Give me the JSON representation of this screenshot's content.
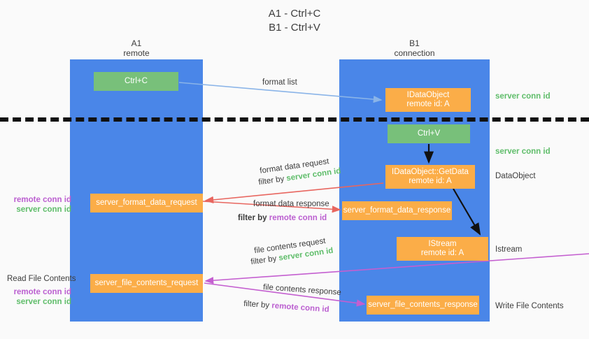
{
  "title": {
    "line1": "A1 - Ctrl+C",
    "line2": "B1 - Ctrl+V"
  },
  "lanes": {
    "left": {
      "name": "A1",
      "role": "remote"
    },
    "right": {
      "name": "B1",
      "role": "connection"
    }
  },
  "nodes": {
    "ctrl_c": {
      "label": "Ctrl+C",
      "color": "#78c07a"
    },
    "ctrl_v": {
      "label": "Ctrl+V",
      "color": "#78c07a"
    },
    "idataobject": {
      "line1": "IDataObject",
      "line2": "remote id: A",
      "color": "#fbad48"
    },
    "getdata": {
      "line1": "IDataObject::GetData",
      "line2": "remote id: A",
      "color": "#fbad48"
    },
    "istream": {
      "line1": "IStream",
      "line2": "remote id: A",
      "color": "#fbad48"
    },
    "format_data_request": {
      "label": "server_format_data_request",
      "color": "#fbad48"
    },
    "format_data_response": {
      "label": "server_format_data_response",
      "color": "#fbad48"
    },
    "file_contents_request": {
      "label": "server_file_contents_request",
      "color": "#fbad48"
    },
    "file_contents_response": {
      "label": "server_file_contents_response",
      "color": "#fbad48"
    }
  },
  "edges": {
    "format_list": {
      "label": "format list",
      "color": "#8ab4e8"
    },
    "format_data_request": {
      "label": "format data request",
      "filter_prefix": "filter by ",
      "filter_value": "server conn id",
      "color": "#e8665f"
    },
    "format_data_response": {
      "label": "format data response",
      "filter_prefix": "filter by ",
      "filter_value": "remote conn id",
      "color": "#e8665f"
    },
    "file_contents_request": {
      "label": "file contents request",
      "filter_prefix": "filter by ",
      "filter_value": "server conn id",
      "color": "#c45fd0"
    },
    "file_contents_response": {
      "label": "file contents response",
      "filter_prefix": "filter by ",
      "filter_value": "remote conn id",
      "color": "#c45fd0"
    }
  },
  "annotations": {
    "server_conn_id_top": "server conn id",
    "server_conn_id_mid": "server conn id",
    "data_object": "DataObject",
    "istream": "Istream",
    "write_file_contents": "Write File Contents",
    "read_file_contents": "Read File Contents",
    "remote_conn_id": "remote conn id",
    "server_conn_id": "server conn id"
  },
  "colors": {
    "lane": "#4a86e8",
    "green_text": "#5fbd6a",
    "purple_text": "#bb5fd0",
    "dash_line": "#111111",
    "background": "#fafafa"
  }
}
